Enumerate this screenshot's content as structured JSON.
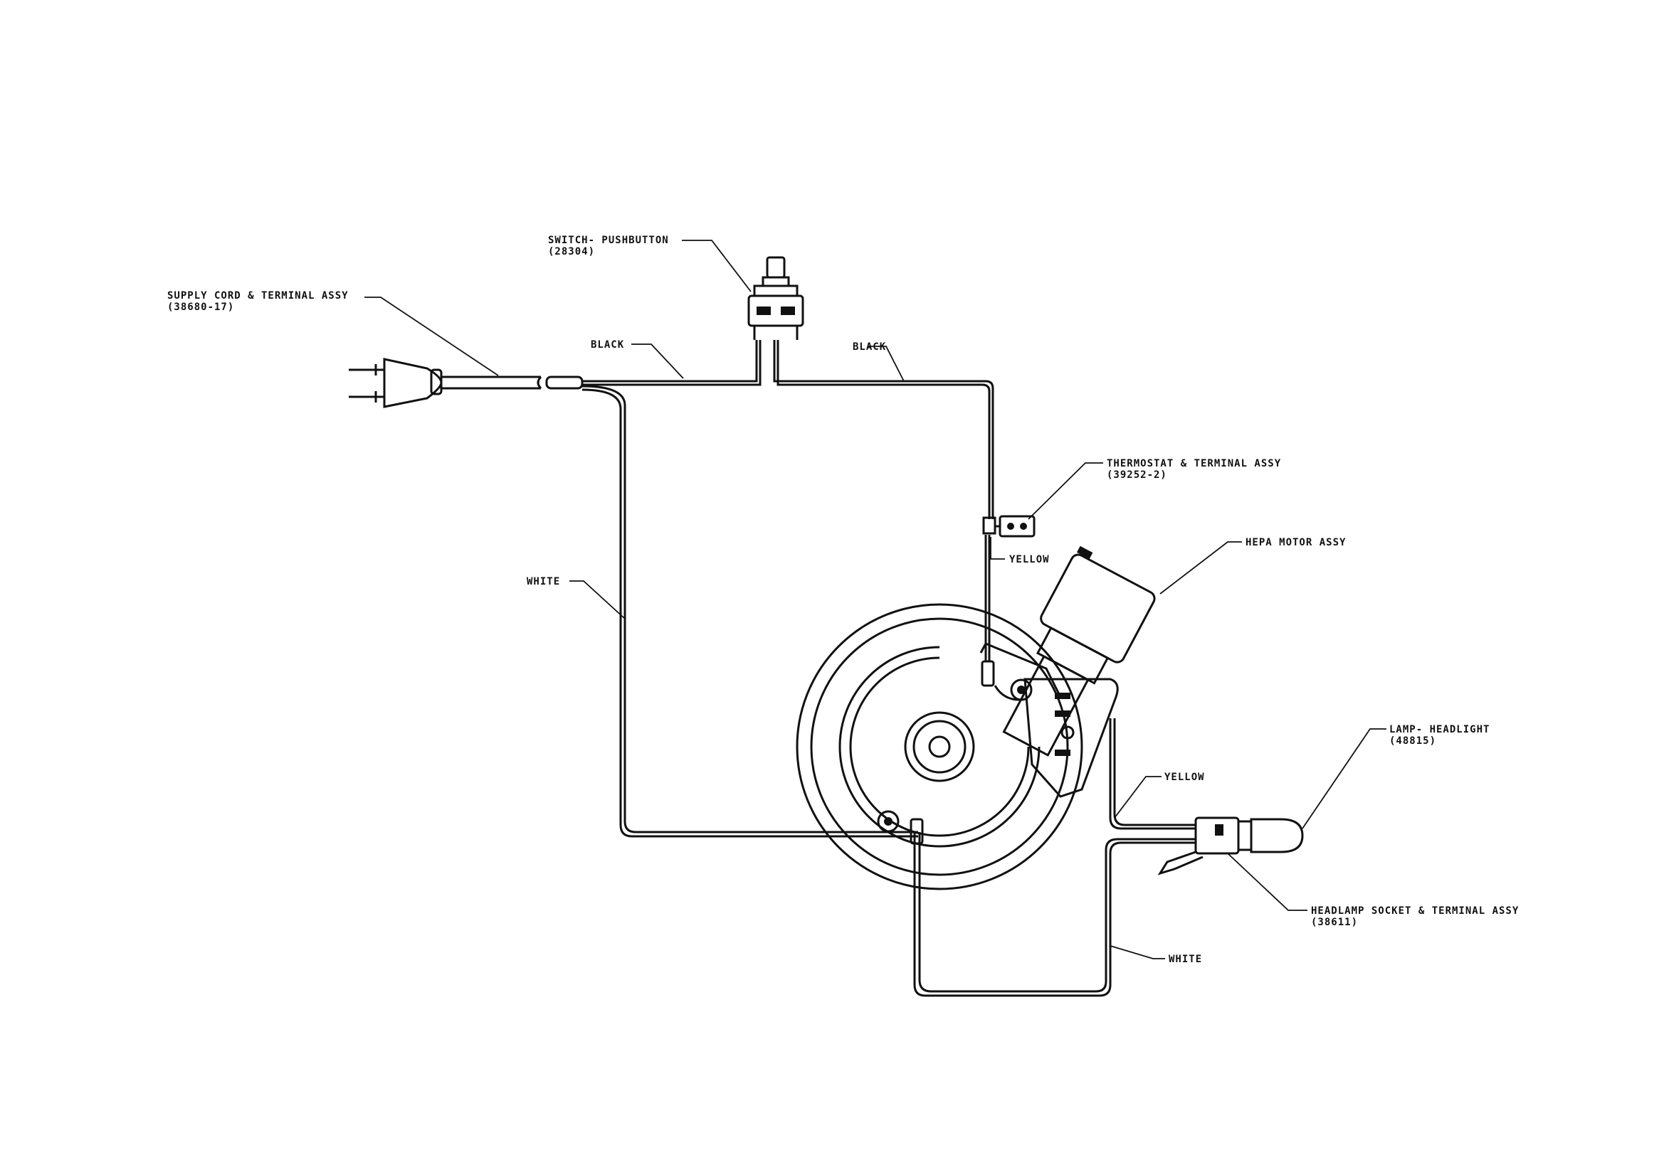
{
  "labels": {
    "switch_name": "SWITCH- PUSHBUTTON",
    "switch_part": "(28304)",
    "cord_name": "SUPPLY CORD & TERMINAL ASSY",
    "cord_part": "(38680-17)",
    "black_left": "BLACK",
    "black_right": "BLACK",
    "thermostat_name": "THERMOSTAT & TERMINAL ASSY",
    "thermostat_part": "(39252-2)",
    "yellow_upper": "YELLOW",
    "hepa_motor": "HEPA MOTOR ASSY",
    "white_left": "WHITE",
    "lamp_name": "LAMP- HEADLIGHT",
    "lamp_part": "(48815)",
    "yellow_lower": "YELLOW",
    "socket_name": "HEADLAMP SOCKET & TERMINAL ASSY",
    "socket_part": "(38611)",
    "white_bottom": "WHITE"
  }
}
